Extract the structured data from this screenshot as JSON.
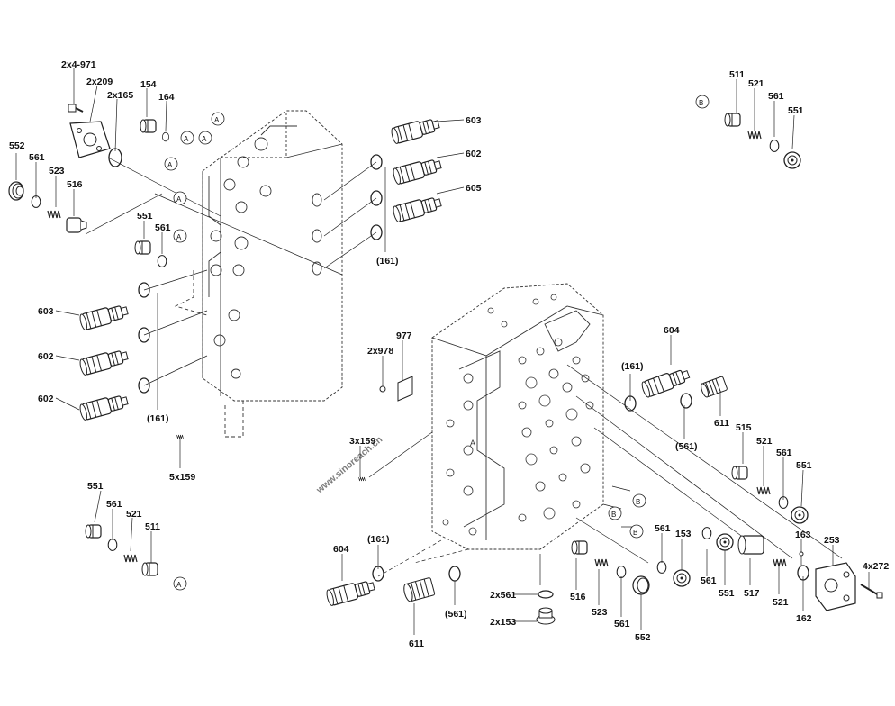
{
  "watermark": "www.sinoreach.cn",
  "colors": {
    "line": "#222222",
    "watermark": "#2e7fd6"
  },
  "labels": {
    "l_2x4_971": "2x4-971",
    "l_2x209": "2x209",
    "l_2x165": "2x165",
    "l_154": "154",
    "l_164": "164",
    "l_552_a": "552",
    "l_561_a": "561",
    "l_523_a": "523",
    "l_516_a": "516",
    "l_551_a": "551",
    "l_561_b": "561",
    "l_603_a": "603",
    "l_602_a": "602",
    "l_605": "605",
    "l_161_a": "(161)",
    "l_603_b": "603",
    "l_602_b": "602",
    "l_602_c": "602",
    "l_161_b": "(161)",
    "l_5x159": "5x159",
    "l_511_a": "511",
    "l_521_a": "521",
    "l_561_c": "561",
    "l_551_b": "551",
    "l_551_c": "551",
    "l_561_d": "561",
    "l_521_b": "521",
    "l_511_b": "511",
    "l_977": "977",
    "l_2x978": "2x978",
    "l_3x159": "3x159",
    "l_604_a": "604",
    "l_161_c": "(161)",
    "l_611_a": "611",
    "l_561_e": "(561)",
    "l_515": "515",
    "l_521_c": "521",
    "l_561_f": "561",
    "l_551_d": "551",
    "l_604_b": "604",
    "l_161_d": "(161)",
    "l_611_b": "611",
    "l_561_g": "(561)",
    "l_2x561": "2x561",
    "l_2x153": "2x153",
    "l_516_b": "516",
    "l_523_b": "523",
    "l_561_h": "561",
    "l_552_b": "552",
    "l_561_i": "561",
    "l_153": "153",
    "l_561_j": "561",
    "l_551_e": "551",
    "l_517": "517",
    "l_521_d": "521",
    "l_163": "163",
    "l_253": "253",
    "l_4x272": "4x272",
    "l_162": "162"
  },
  "callouts": {
    "A": "A",
    "B": "B"
  }
}
